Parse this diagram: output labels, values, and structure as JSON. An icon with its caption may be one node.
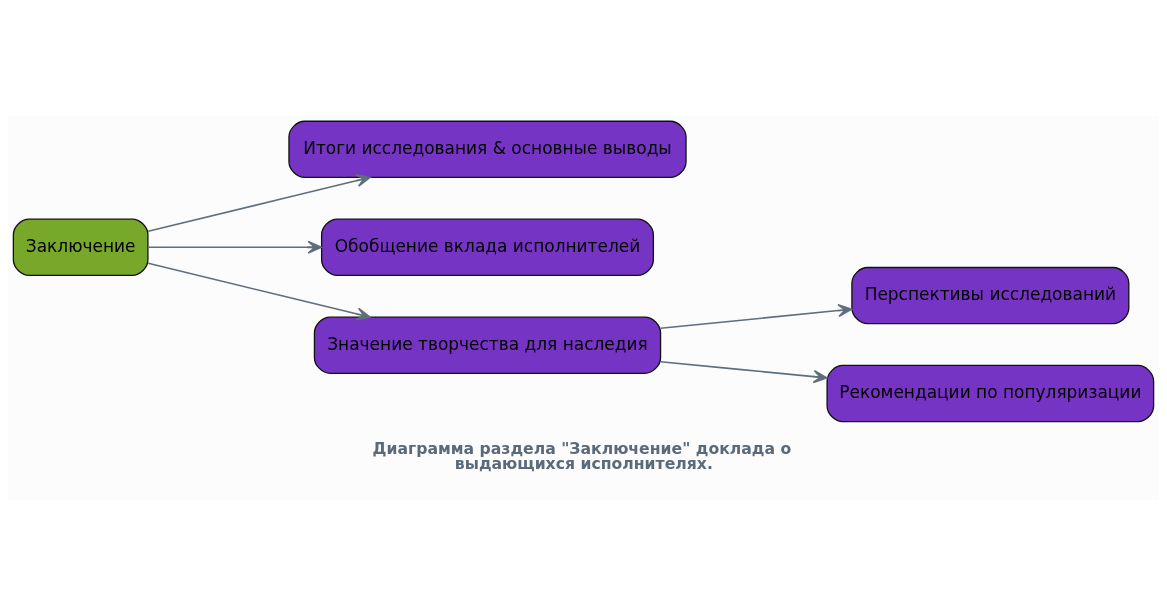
{
  "diagram": {
    "title": "Диаграмма раздела \"Заключение\" доклада о выдающихся исполнителях.",
    "nodes": [
      {
        "text": [
          "Заключение"
        ]
      },
      {
        "text": [
          "Итоги исследования & основные выводы"
        ]
      },
      {
        "text": [
          "Обобщение вклада исполнителей"
        ]
      },
      {
        "text": [
          "Значение творчества для наследия"
        ]
      },
      {
        "text": [
          "Перспективы исследований"
        ]
      },
      {
        "text": [
          "Рекомендации по популяризации"
        ]
      }
    ],
    "edges": [
      {
        "from": 0,
        "to": 1,
        "arrow": "to"
      },
      {
        "from": 0,
        "to": 2,
        "arrow": "to"
      },
      {
        "from": 0,
        "to": 3,
        "arrow": "to"
      },
      {
        "from": 3,
        "to": 4,
        "arrow": "to"
      },
      {
        "from": 3,
        "to": 5,
        "arrow": "to"
      }
    ]
  }
}
